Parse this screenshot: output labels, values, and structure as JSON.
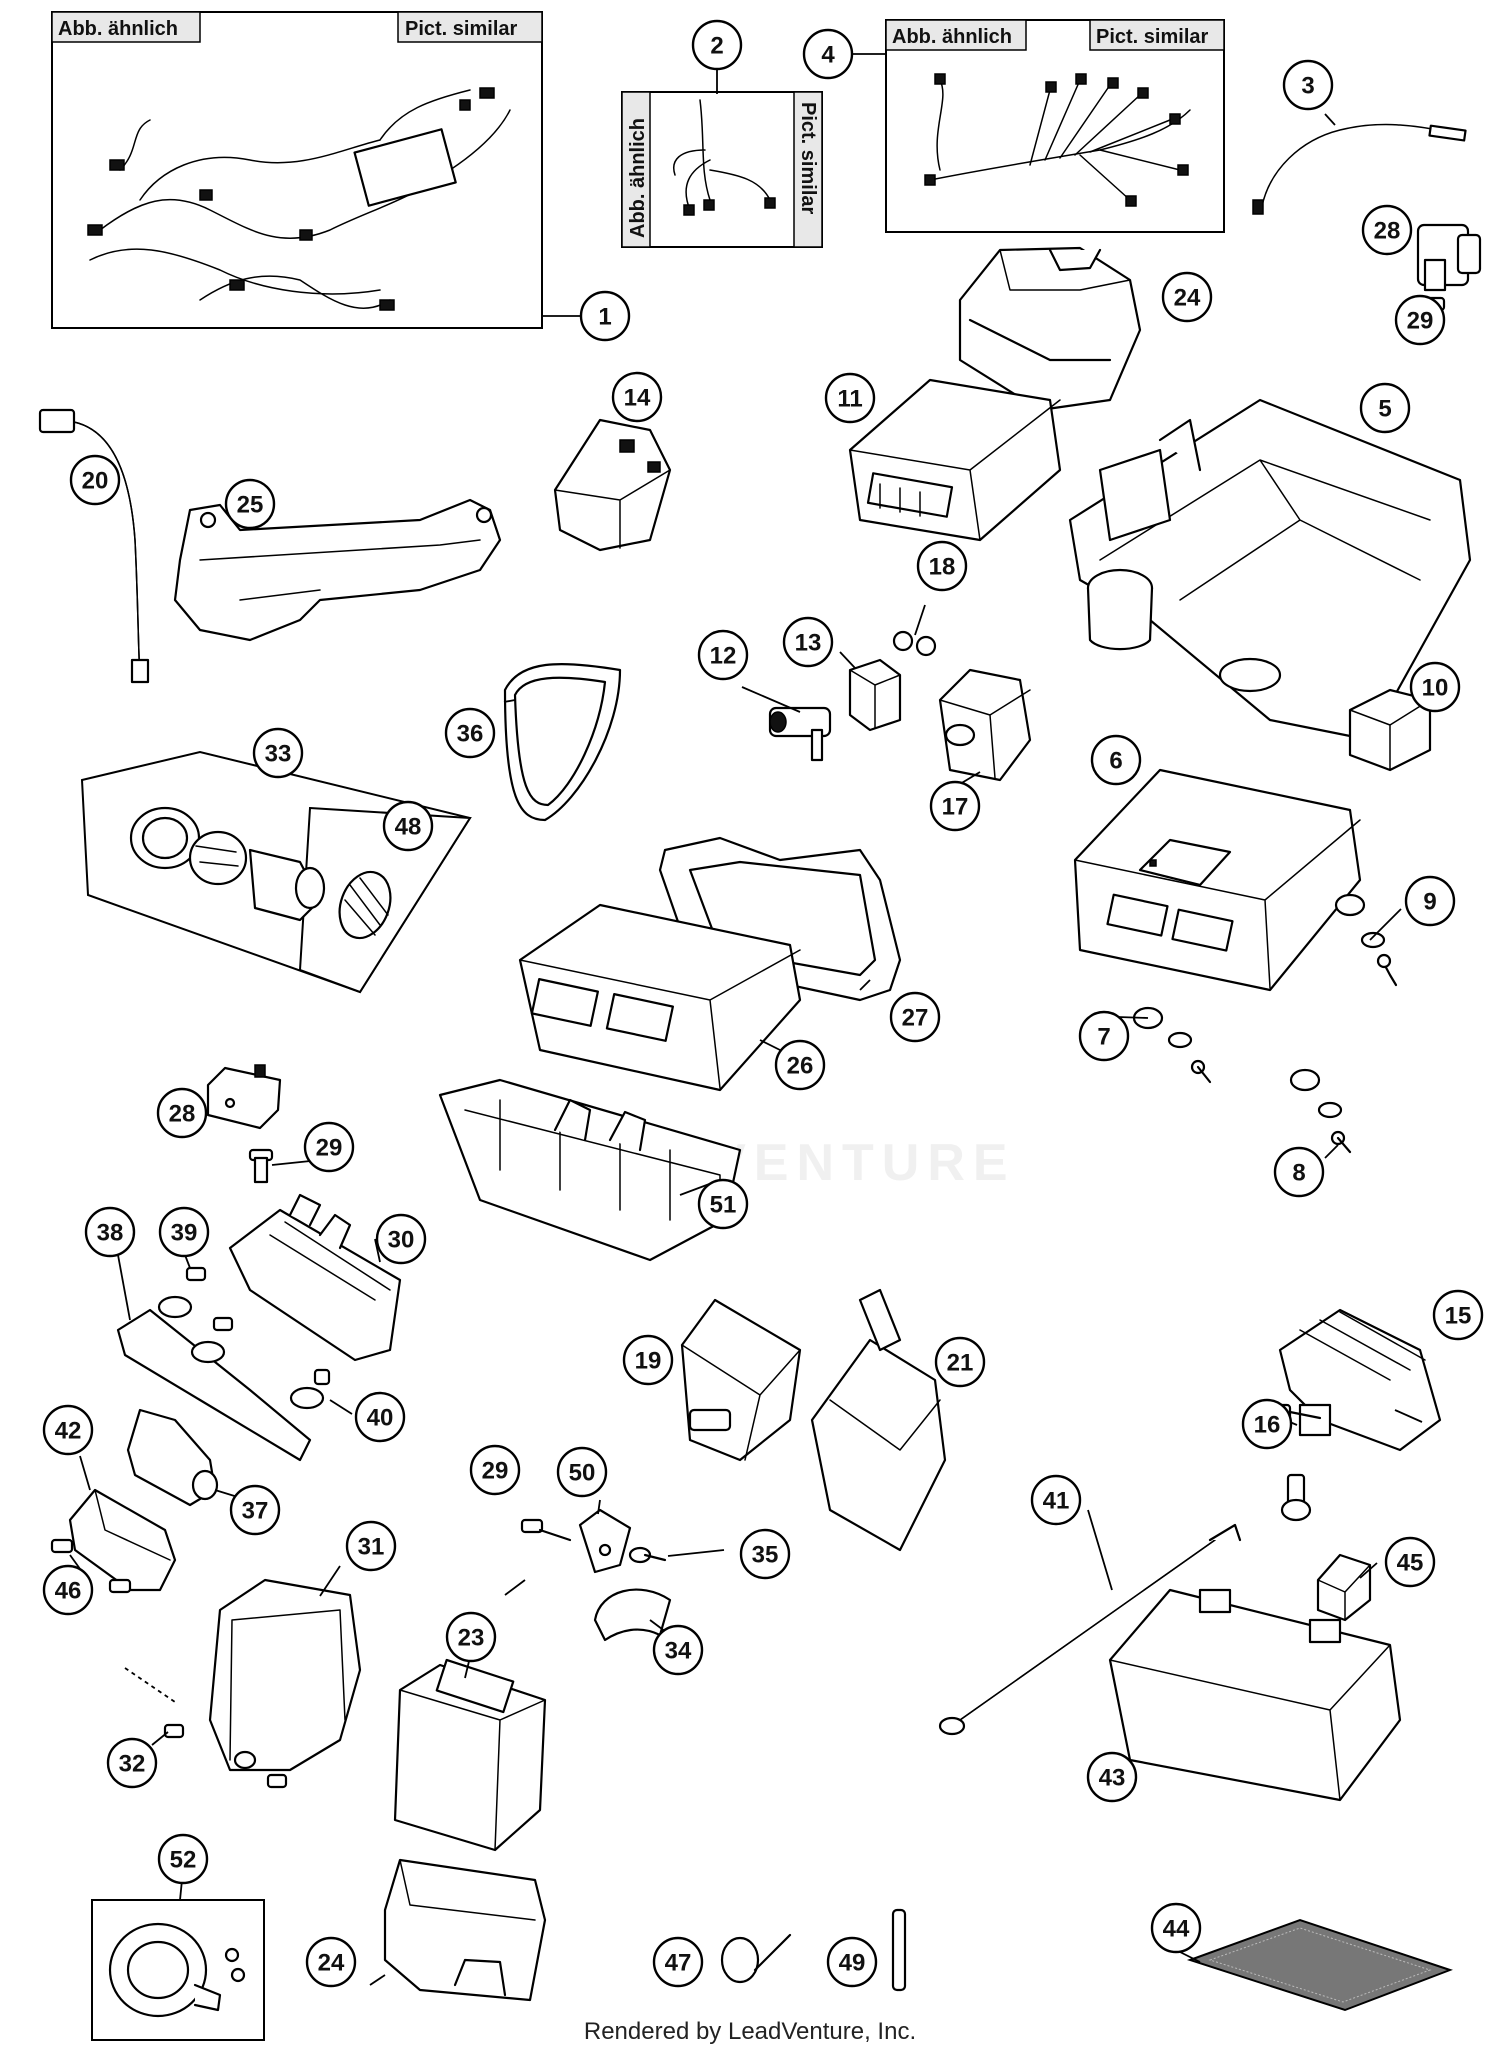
{
  "labels": {
    "abb_aehnlich": "Abb. ähnlich",
    "pict_similar": "Pict. similar"
  },
  "watermark": "ADVENTURE",
  "footer": "Rendered by LeadVenture, Inc.",
  "callouts": [
    "1",
    "2",
    "3",
    "4",
    "5",
    "6",
    "7",
    "8",
    "9",
    "10",
    "11",
    "12",
    "13",
    "14",
    "15",
    "16",
    "17",
    "18",
    "19",
    "20",
    "21",
    "23",
    "24",
    "25",
    "26",
    "27",
    "28",
    "29",
    "30",
    "31",
    "32",
    "33",
    "34",
    "35",
    "36",
    "37",
    "38",
    "39",
    "40",
    "41",
    "42",
    "43",
    "44",
    "45",
    "46",
    "47",
    "48",
    "49",
    "50",
    "51",
    "52"
  ]
}
